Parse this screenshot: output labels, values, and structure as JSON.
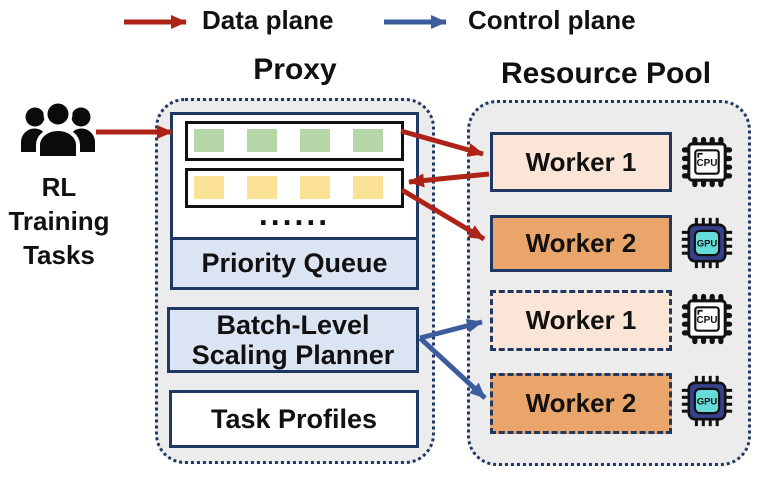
{
  "legend": {
    "data_plane_label": "Data plane",
    "control_plane_label": "Control plane"
  },
  "source": {
    "line1": "RL",
    "line2": "Training",
    "line3": "Tasks"
  },
  "proxy": {
    "title": "Proxy",
    "queue_ellipsis": "......",
    "priority_queue_label": "Priority Queue",
    "planner_line1": "Batch-Level",
    "planner_line2": "Scaling Planner",
    "task_profiles_label": "Task Profiles"
  },
  "resource_pool": {
    "title": "Resource Pool",
    "workers": [
      {
        "label": "Worker 1",
        "chip": "CPU",
        "border": "solid"
      },
      {
        "label": "Worker 2",
        "chip": "GPU",
        "border": "solid"
      },
      {
        "label": "Worker 1",
        "chip": "CPU",
        "border": "dashed"
      },
      {
        "label": "Worker 2",
        "chip": "GPU",
        "border": "dashed"
      }
    ]
  },
  "chips": {
    "cpu": "CPU",
    "gpu": "GPU"
  },
  "colors": {
    "data_plane_arrow": "#ae2318",
    "control_plane_arrow": "#3d5c9e",
    "box_border_navy": "#1f3864",
    "module_fill_blue": "#dbe4f2",
    "queue_green": "#b5d7a8",
    "queue_yellow": "#fbe294",
    "worker_cpu_fill": "#fbe5d6",
    "worker_gpu_fill": "#eaa56a",
    "container_fill": "#ececec",
    "gpu_chip_body": "#36418c",
    "gpu_chip_screen": "#66dcd8"
  }
}
